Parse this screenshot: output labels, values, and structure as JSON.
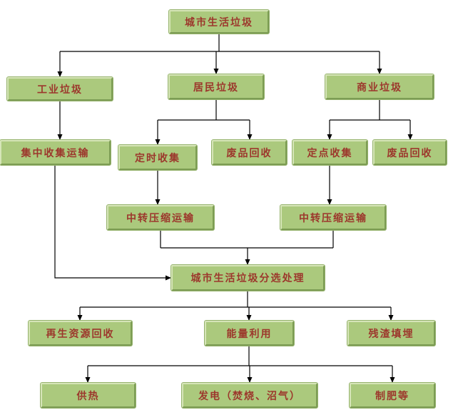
{
  "nodes": {
    "root": "城市生活垃圾",
    "industrial_waste": "工业垃圾",
    "residential_waste": "居民垃圾",
    "commercial_waste": "商业垃圾",
    "centralized_collection_transport": "集中收集运输",
    "scheduled_collection": "定时收集",
    "scrap_recycling_residential": "废品回收",
    "fixed_point_collection": "定点收集",
    "scrap_recycling_commercial": "废品回收",
    "transfer_compression_transport_left": "中转压缩运输",
    "transfer_compression_transport_right": "中转压缩运输",
    "sorting_treatment": "城市生活垃圾分选处理",
    "renewable_resource_recovery": "再生资源回收",
    "energy_utilization": "能量利用",
    "residue_landfill": "残渣填埋",
    "heat_supply": "供热",
    "power_generation": "发电（焚烧、沼气）",
    "fertilizer_production": "制肥等"
  },
  "edges": [
    {
      "from": "城市生活垃圾",
      "to": "工业垃圾"
    },
    {
      "from": "城市生活垃圾",
      "to": "居民垃圾"
    },
    {
      "from": "城市生活垃圾",
      "to": "商业垃圾"
    },
    {
      "from": "工业垃圾",
      "to": "集中收集运输"
    },
    {
      "from": "居民垃圾",
      "to": "定时收集"
    },
    {
      "from": "居民垃圾",
      "to": "废品回收"
    },
    {
      "from": "商业垃圾",
      "to": "定点收集"
    },
    {
      "from": "商业垃圾",
      "to": "废品回收"
    },
    {
      "from": "定时收集",
      "to": "中转压缩运输"
    },
    {
      "from": "定点收集",
      "to": "中转压缩运输"
    },
    {
      "from": "集中收集运输",
      "to": "城市生活垃圾分选处理"
    },
    {
      "from": "中转压缩运输",
      "to": "城市生活垃圾分选处理"
    },
    {
      "from": "城市生活垃圾分选处理",
      "to": "再生资源回收"
    },
    {
      "from": "城市生活垃圾分选处理",
      "to": "能量利用"
    },
    {
      "from": "城市生活垃圾分选处理",
      "to": "残渣填埋"
    },
    {
      "from": "能量利用",
      "to": "供热"
    },
    {
      "from": "能量利用",
      "to": "发电（焚烧、沼气）"
    },
    {
      "from": "能量利用",
      "to": "制肥等"
    }
  ],
  "colors": {
    "box_fill": "#abc97d",
    "box_border_light": "#d6e5b8",
    "box_border_dark": "#7c9c54",
    "box_outline": "#95b26c",
    "node_text": "#9c372c",
    "line": "#000000",
    "background": "#ffffff"
  }
}
